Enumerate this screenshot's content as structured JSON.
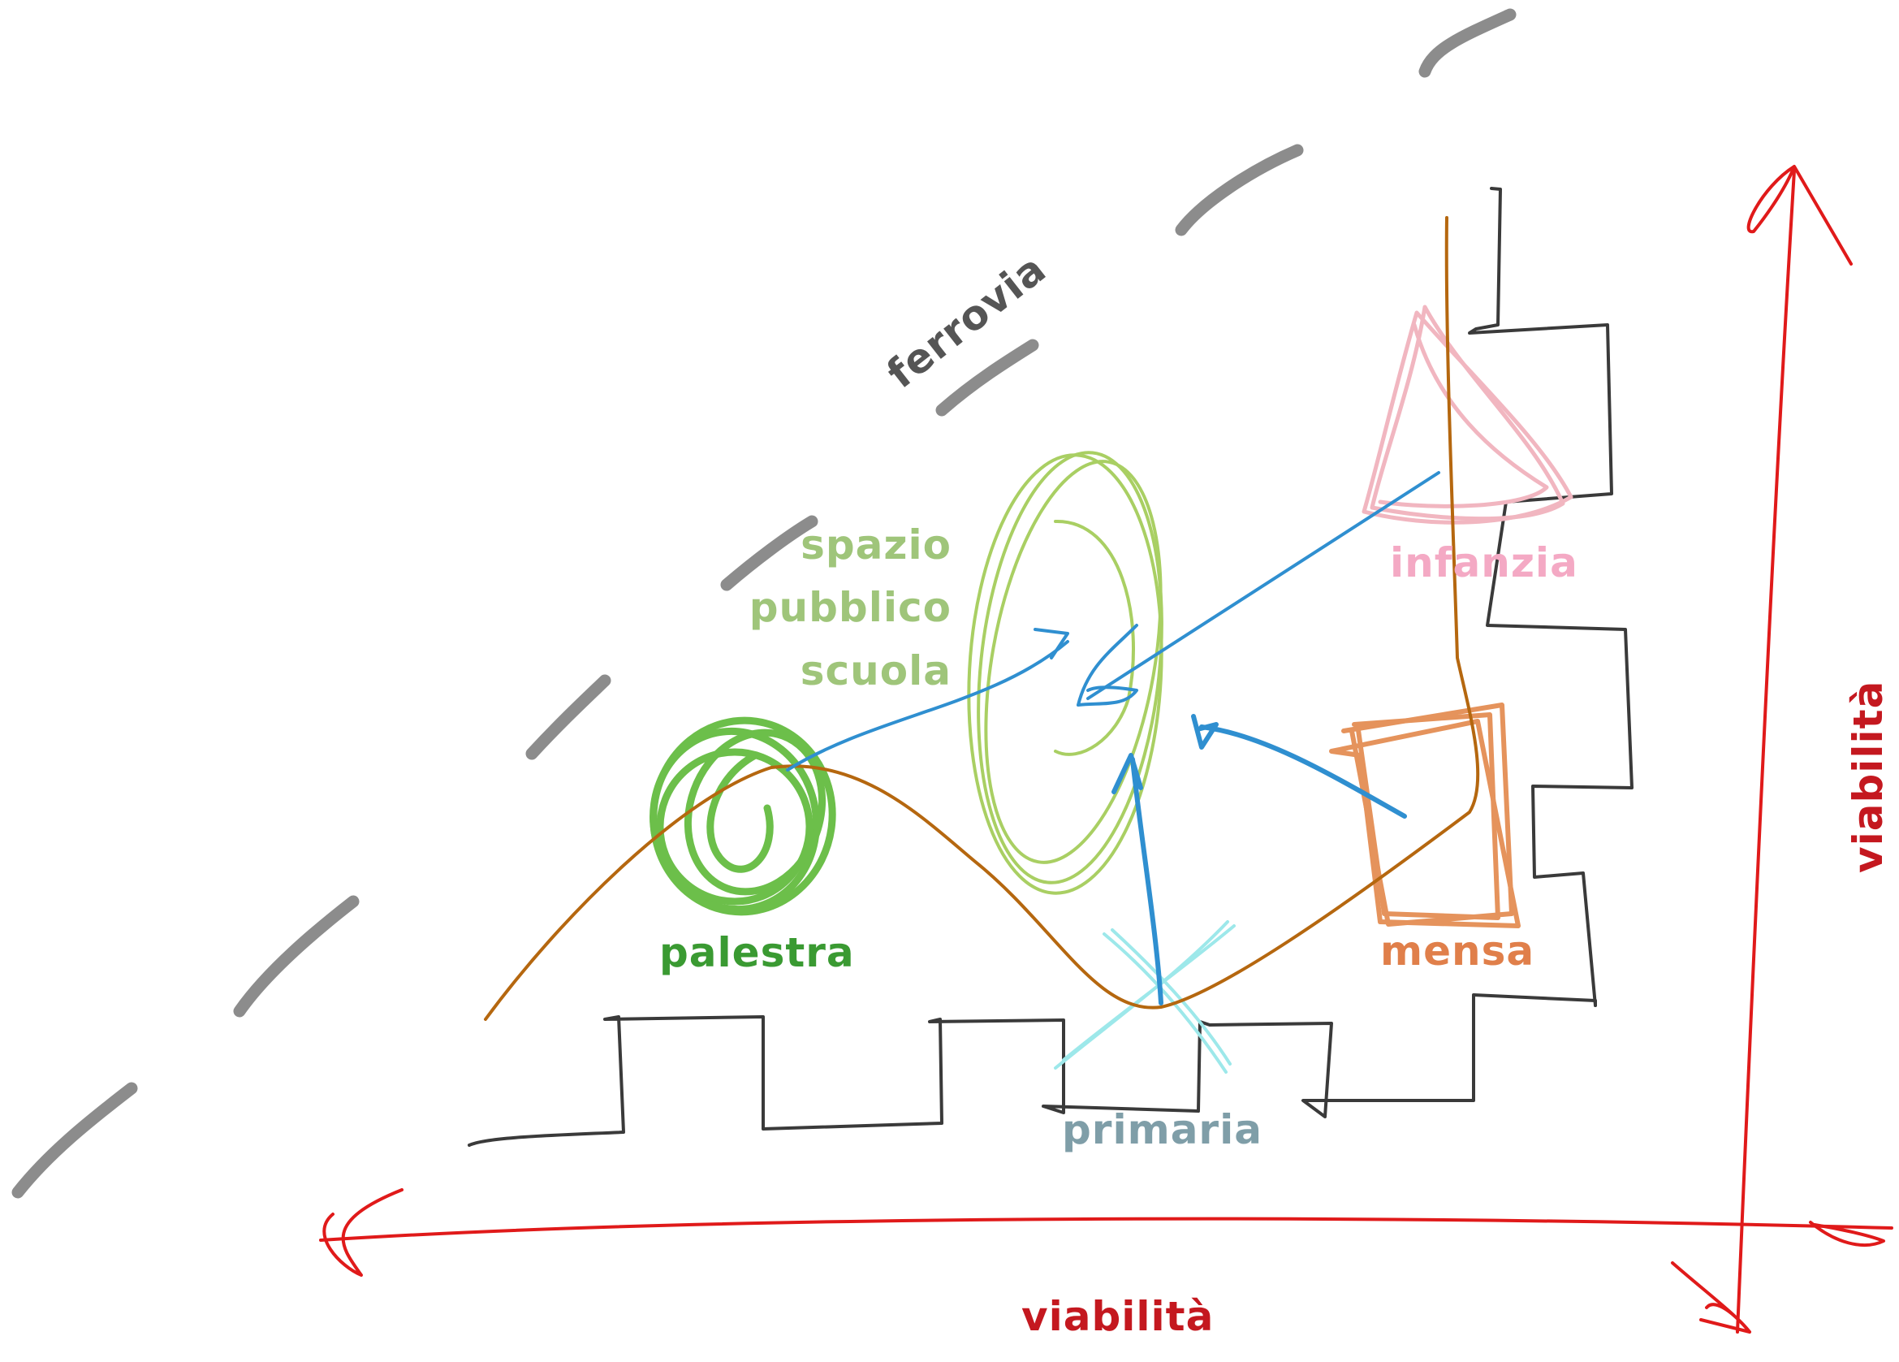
{
  "colors": {
    "railway": "#8c8c8c",
    "buildings": "#3a3a3a",
    "road": "#e01a1a",
    "arrows": "#2f8fd0",
    "path": "#b5670f",
    "gym": "#6cbf4a",
    "public_space": "#a9cf63",
    "kindergarten": "#f1b6c0",
    "canteen": "#e5935c",
    "primary": "#9de8ea"
  },
  "labels": {
    "railway": "ferrovia",
    "public_space_lines": [
      "spazio",
      "pubblico",
      "scuola"
    ],
    "gym": "palestra",
    "kindergarten": "infanzia",
    "canteen": "mensa",
    "primary": "primaria",
    "road_horizontal": "viabilità",
    "road_vertical": "viabilità"
  },
  "label_colors": {
    "railway": "#555555",
    "public_space": "#9fc57a",
    "gym": "#3a9a32",
    "kindergarten": "#f4a9c4",
    "canteen": "#e07f4a",
    "primary": "#7f9ea8",
    "road": "#c4181f"
  }
}
